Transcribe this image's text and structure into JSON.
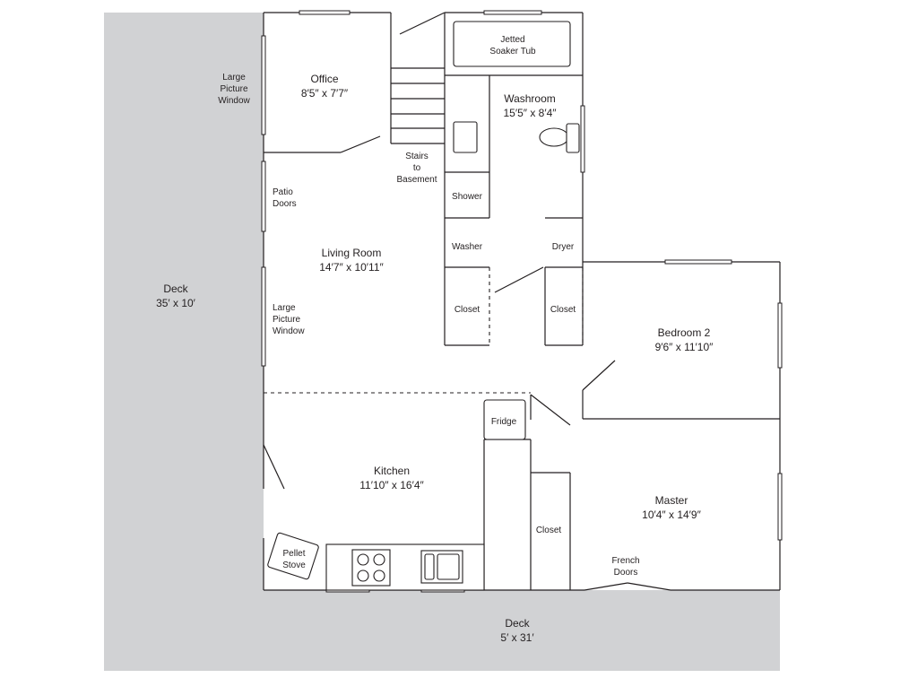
{
  "deck_west": {
    "name": "Deck",
    "size": "35′ x 10′"
  },
  "deck_south": {
    "name": "Deck",
    "size": "5′ x 31′"
  },
  "rooms": {
    "office": {
      "name": "Office",
      "size": "8′5″ x 7′7″"
    },
    "washroom": {
      "name": "Washroom",
      "size": "15′5″ x 8′4″"
    },
    "living": {
      "name": "Living Room",
      "size": "14′7″ x 10′11″"
    },
    "bedroom2": {
      "name": "Bedroom 2",
      "size": "9′6″ x 11′10″"
    },
    "kitchen": {
      "name": "Kitchen",
      "size": "11′10″ x 16′4″"
    },
    "master": {
      "name": "Master",
      "size": "10′4″ x 14′9″"
    }
  },
  "labels": {
    "large_window_outside": [
      "Large",
      "Picture",
      "Window"
    ],
    "jetted_tub": [
      "Jetted",
      "Soaker Tub"
    ],
    "stairs": [
      "Stairs",
      "to",
      "Basement"
    ],
    "patio_doors": [
      "Patio",
      "Doors"
    ],
    "large_window_inside": [
      "Large",
      "Picture",
      "Window"
    ],
    "shower": "Shower",
    "washer": "Washer",
    "dryer": "Dryer",
    "closet_left": "Closet",
    "closet_right": "Closet",
    "fridge": "Fridge",
    "closet_master": "Closet",
    "pellet_stove": [
      "Pellet",
      "Stove"
    ],
    "french_doors": [
      "French",
      "Doors"
    ]
  }
}
